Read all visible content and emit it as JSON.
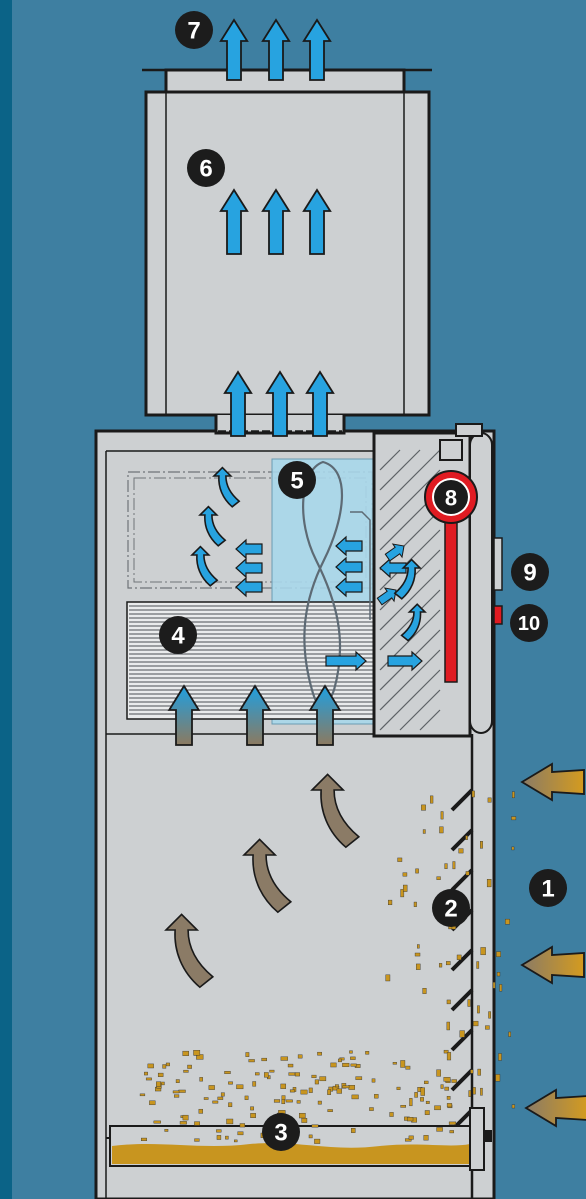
{
  "colors": {
    "background": "#3e7fa1",
    "left_band": "#0b6387",
    "housing": "#cdd0d2",
    "outline": "#1a1a1a",
    "filter_zone": "#a9d7ea",
    "clean_air": "#27a3e0",
    "dirty_air": "#8b7b66",
    "dust": "#c8951f",
    "heater": "#e01b22",
    "badge": "#1c1c1c"
  },
  "callouts": [
    {
      "id": "inlet",
      "label": "1"
    },
    {
      "id": "louvre",
      "label": "2"
    },
    {
      "id": "dust-tray",
      "label": "3"
    },
    {
      "id": "pleated-filter",
      "label": "4"
    },
    {
      "id": "fan",
      "label": "5"
    },
    {
      "id": "outlet-duct",
      "label": "6"
    },
    {
      "id": "outlet",
      "label": "7"
    },
    {
      "id": "heater",
      "label": "8"
    },
    {
      "id": "control-panel",
      "label": "9"
    },
    {
      "id": "indicator",
      "label": "10"
    }
  ],
  "icons": {
    "clean_air": "up-arrow-blue",
    "dirty_air": "curved-arrow-brown",
    "inlet": "left-arrow-tan"
  }
}
